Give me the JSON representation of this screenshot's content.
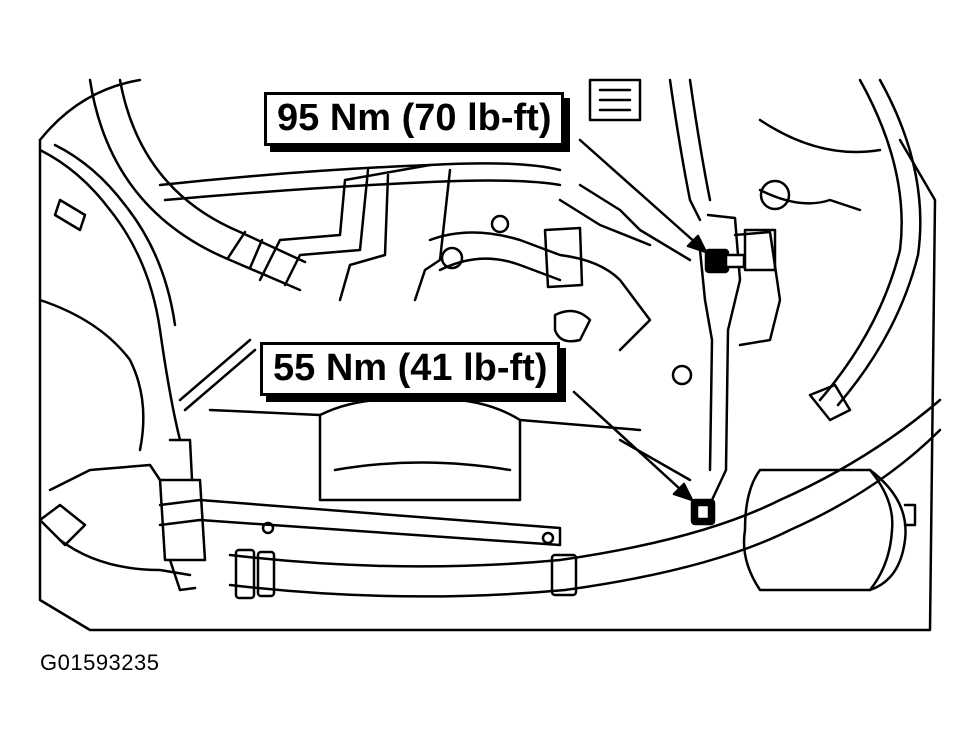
{
  "callouts": [
    {
      "label": "95 Nm (70 lb-ft)"
    },
    {
      "label": "55 Nm (41 lb-ft)"
    }
  ],
  "figure_id": "G01593235",
  "colors": {
    "ink": "#000000",
    "paper": "#ffffff"
  }
}
